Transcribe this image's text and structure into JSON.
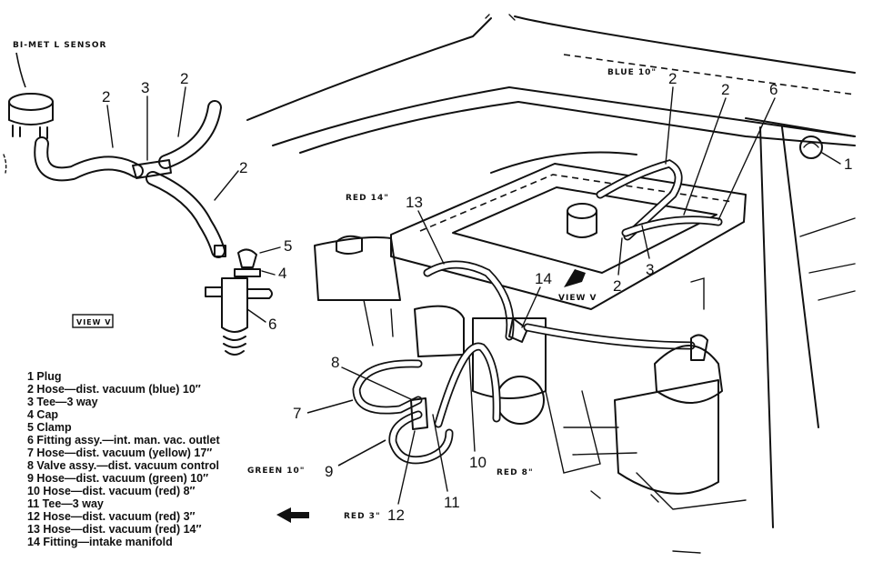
{
  "view_label_detail": "VIEW V",
  "view_label_main": "VIEW V",
  "sensor_label": "BI-MET L SENSOR",
  "color_labels": {
    "blue": "BLUE 10\"",
    "red14": "RED 14\"",
    "green10": "GREEN 10\"",
    "red8": "RED 8\"",
    "red3": "RED 3\""
  },
  "callouts": {
    "c1": "1",
    "c2a": "2",
    "c2b": "2",
    "c2c": "2",
    "c2d": "2",
    "c2e": "2",
    "c2f": "2",
    "c3a": "3",
    "c3b": "3",
    "c4": "4",
    "c5": "5",
    "c6a": "6",
    "c6b": "6",
    "c7": "7",
    "c8": "8",
    "c9": "9",
    "c10": "10",
    "c11": "11",
    "c12": "12",
    "c13": "13",
    "c14": "14"
  },
  "legend": [
    "1  Plug",
    "2  Hose—dist. vacuum (blue) 10″",
    "3  Tee—3 way",
    "4  Cap",
    "5  Clamp",
    "6  Fitting assy.—int. man. vac. outlet",
    "7  Hose—dist. vacuum (yellow) 17″",
    "8  Valve assy.—dist. vacuum control",
    "9  Hose—dist. vacuum (green) 10″",
    "10  Hose—dist. vacuum (red) 8″",
    "11  Tee—3 way",
    "12  Hose—dist. vacuum (red) 3″",
    "13  Hose—dist. vacuum (red) 14″",
    "14  Fitting—intake manifold"
  ]
}
